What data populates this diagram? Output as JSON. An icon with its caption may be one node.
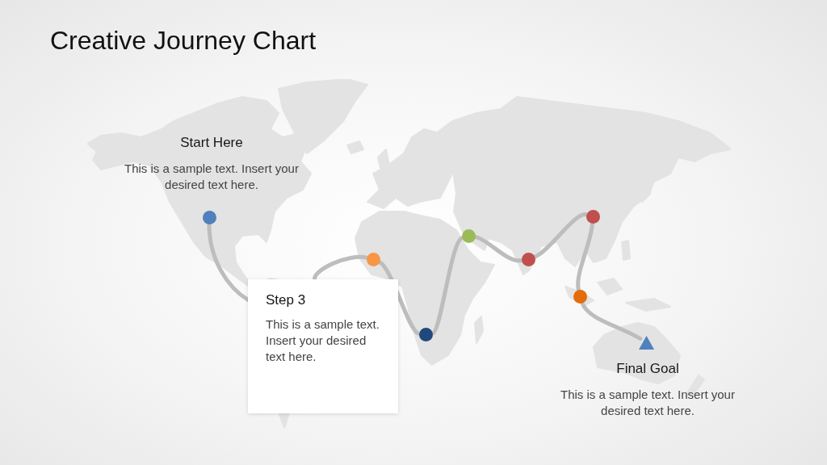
{
  "diagram": {
    "title": "Creative Journey Chart",
    "nodes": [
      {
        "text": [],
        "shape": "circle",
        "beside": [
          "Start Here",
          "This is a sample text. Insert your desired text here."
        ]
      },
      {
        "text": [
          "Step 3",
          "This is a sample text. Insert your desired text here."
        ]
      },
      {
        "text": [],
        "shape": "circle"
      },
      {
        "text": [],
        "shape": "circle"
      },
      {
        "text": [],
        "shape": "circle"
      },
      {
        "text": [],
        "shape": "circle"
      },
      {
        "text": [],
        "shape": "circle"
      },
      {
        "text": [],
        "shape": "circle"
      },
      {
        "text": [],
        "shape": "triangle",
        "beside": [
          "Final Goal",
          "This is a sample text. Insert your desired text here."
        ]
      }
    ],
    "edges": [
      {
        "from": 0,
        "to": 1,
        "arrow": "none"
      },
      {
        "from": 1,
        "to": 2,
        "arrow": "none"
      },
      {
        "from": 2,
        "to": 3,
        "arrow": "none"
      },
      {
        "from": 3,
        "to": 4,
        "arrow": "none"
      },
      {
        "from": 4,
        "to": 5,
        "arrow": "none"
      },
      {
        "from": 5,
        "to": 6,
        "arrow": "none"
      },
      {
        "from": 6,
        "to": 7,
        "arrow": "none"
      },
      {
        "from": 7,
        "to": 8,
        "arrow": "none"
      }
    ]
  }
}
